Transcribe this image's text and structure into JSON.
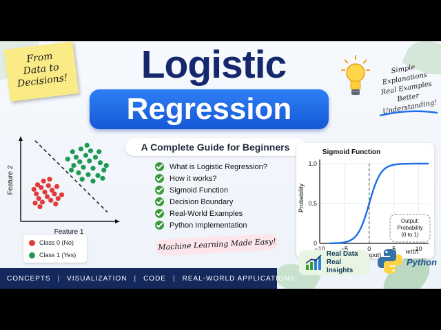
{
  "sticky_note": {
    "lines": [
      "From",
      "Data to",
      "Decisions!"
    ]
  },
  "title": {
    "line1": "Logistic",
    "line2": "Regression"
  },
  "subtitle": "A Complete Guide for Beginners",
  "tagline": {
    "lines": [
      "Simple",
      "Explanations",
      "Real Examples",
      "Better Understanding!"
    ]
  },
  "checklist": [
    "What is Logistic Regression?",
    "How it works?",
    "Sigmoid Function",
    "Decision Boundary",
    "Real-World Examples",
    "Python Implementation"
  ],
  "ml_pill": "Machine Learning Made Easy!",
  "real_data_badge": {
    "line1": "Real Data",
    "line2": "Real Insights"
  },
  "python_badge": {
    "with": "with",
    "name": "Python"
  },
  "footer": {
    "items": [
      "CONCEPTS",
      "VISUALIZATION",
      "CODE",
      "REAL-WORLD APPLICATIONS"
    ],
    "separator": "|"
  },
  "colors": {
    "navy": "#14286b",
    "blue": "#1f6fe8",
    "class0": "#e03a3a",
    "class1": "#1e9a52",
    "check_green": "#3a9b39",
    "footer_bg": "#14285c"
  },
  "chart_data": [
    {
      "type": "scatter",
      "title": "",
      "xlabel": "Feature 1",
      "ylabel": "Feature 2",
      "series": [
        {
          "name": "Class 0 (No)",
          "color": "#e03a3a",
          "points": [
            [
              1.4,
              4.0
            ],
            [
              1.9,
              4.4
            ],
            [
              1.1,
              3.5
            ],
            [
              1.7,
              3.7
            ],
            [
              2.3,
              3.9
            ],
            [
              1.3,
              3.0
            ],
            [
              2.0,
              3.2
            ],
            [
              2.6,
              3.4
            ],
            [
              1.5,
              2.5
            ],
            [
              2.2,
              2.7
            ],
            [
              2.8,
              3.0
            ],
            [
              1.8,
              2.1
            ],
            [
              2.5,
              2.3
            ],
            [
              3.1,
              2.5
            ],
            [
              1.2,
              2.0
            ],
            [
              3.0,
              3.8
            ],
            [
              2.4,
              4.6
            ],
            [
              1.6,
              1.6
            ],
            [
              2.9,
              1.9
            ],
            [
              3.4,
              2.9
            ]
          ]
        },
        {
          "name": "Class 1 (Yes)",
          "color": "#1e9a52",
          "points": [
            [
              4.3,
              7.6
            ],
            [
              5.0,
              7.9
            ],
            [
              5.8,
              7.7
            ],
            [
              4.6,
              7.0
            ],
            [
              5.4,
              7.2
            ],
            [
              6.2,
              7.0
            ],
            [
              4.9,
              6.5
            ],
            [
              5.7,
              6.6
            ],
            [
              6.6,
              6.4
            ],
            [
              4.4,
              6.1
            ],
            [
              5.2,
              5.9
            ],
            [
              6.0,
              5.8
            ],
            [
              6.9,
              5.6
            ],
            [
              4.8,
              5.3
            ],
            [
              5.6,
              5.1
            ],
            [
              6.4,
              5.0
            ],
            [
              5.1,
              4.6
            ],
            [
              6.0,
              4.4
            ],
            [
              6.8,
              4.7
            ],
            [
              4.2,
              5.6
            ],
            [
              3.9,
              6.8
            ],
            [
              7.1,
              6.1
            ],
            [
              5.5,
              8.3
            ],
            [
              6.5,
              7.6
            ]
          ]
        }
      ],
      "decision_boundary": [
        [
          1.2,
          8.8
        ],
        [
          7.2,
          1.0
        ]
      ],
      "legend": "bottom"
    },
    {
      "type": "line",
      "title": "Sigmoid Function",
      "xlabel": "z (input)",
      "ylabel": "Probability",
      "xlim": [
        -10,
        12
      ],
      "ylim": [
        0,
        1
      ],
      "xticks": [
        -10,
        -5,
        0,
        5,
        10
      ],
      "yticks": [
        0,
        0.5,
        1.0
      ],
      "ytick_labels": [
        "0",
        "0.5",
        "1.0"
      ],
      "annotation": {
        "lines": [
          "Output:",
          "Probability",
          "(0 to 1)"
        ]
      },
      "series": [
        {
          "name": "",
          "function": "1/(1+exp(-z))",
          "color": "#1f6fe8"
        }
      ]
    }
  ]
}
